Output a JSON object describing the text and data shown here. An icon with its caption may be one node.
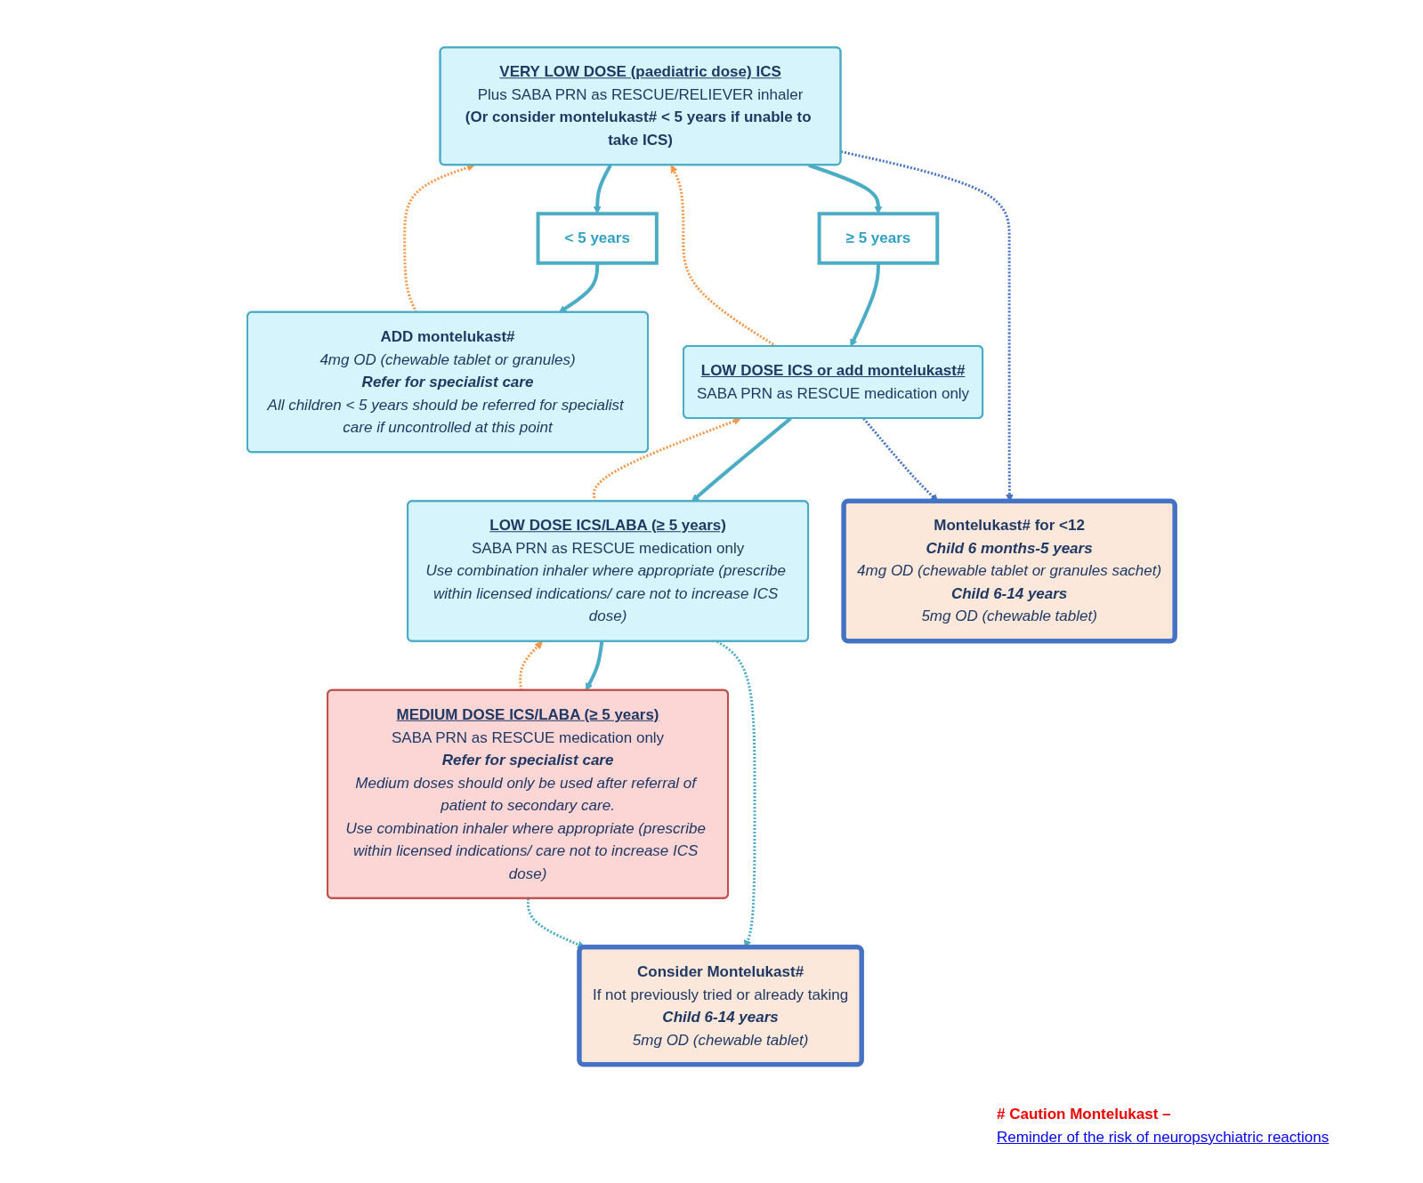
{
  "diagram": {
    "nodes": [
      {
        "text": [
          "VERY LOW DOSE (paediatric dose) ICS",
          "Plus SABA PRN as RESCUE/RELIEVER inhaler",
          "(Or consider montelukast# < 5 years if unable to take ICS)"
        ]
      },
      {
        "text": [
          "< 5 years"
        ]
      },
      {
        "text": [
          "≥ 5 years"
        ]
      },
      {
        "text": [
          "ADD montelukast#",
          "4mg OD (chewable tablet or granules)",
          "Refer for specialist care",
          "All children < 5 years should be referred for specialist care if uncontrolled at this point"
        ]
      },
      {
        "text": [
          "LOW DOSE ICS or add montelukast#",
          "SABA PRN as RESCUE medication only"
        ]
      },
      {
        "text": [
          "LOW DOSE ICS/LABA (≥ 5 years)",
          "SABA PRN as RESCUE medication only",
          "Use combination inhaler where appropriate (prescribe within licensed indications/ care not to increase ICS dose)"
        ]
      },
      {
        "text": [
          "MEDIUM DOSE ICS/LABA (≥ 5 years)",
          "SABA PRN as RESCUE medication only",
          "Refer for specialist care",
          "Medium doses should only be used after referral of patient to secondary care.",
          "Use combination inhaler where appropriate (prescribe within licensed indications/ care not to increase ICS dose)"
        ]
      },
      {
        "text": [
          "Montelukast# for <12",
          "Child 6 months-5 years",
          "4mg OD (chewable tablet or granules sachet)",
          "Child 6-14 years",
          "5mg OD (chewable tablet)"
        ]
      },
      {
        "text": [
          "Consider Montelukast#",
          "If not previously tried or already taking",
          "Child 6-14 years",
          "5mg OD (chewable tablet)"
        ]
      }
    ],
    "edges": [
      {
        "from": 0,
        "to": 1,
        "arrow": "to"
      },
      {
        "from": 1,
        "to": 3,
        "arrow": "to"
      },
      {
        "from": 0,
        "to": 2,
        "arrow": "to"
      },
      {
        "from": 2,
        "to": 4,
        "arrow": "to"
      },
      {
        "from": 3,
        "to": 0,
        "arrow": "to",
        "style": "dashed",
        "color": "#f79646"
      },
      {
        "from": 4,
        "to": 0,
        "arrow": "to",
        "style": "dashed",
        "color": "#f79646"
      },
      {
        "from": 4,
        "to": 5,
        "arrow": "to"
      },
      {
        "from": 5,
        "to": 4,
        "arrow": "to",
        "style": "dashed",
        "color": "#f79646"
      },
      {
        "from": 5,
        "to": 6,
        "arrow": "to"
      },
      {
        "from": 6,
        "to": 5,
        "arrow": "to",
        "style": "dashed",
        "color": "#f79646"
      },
      {
        "from": 0,
        "to": 7,
        "arrow": "to",
        "style": "dashed",
        "color": "#4472c4"
      },
      {
        "from": 4,
        "to": 7,
        "arrow": "to",
        "style": "dashed",
        "color": "#4472c4"
      },
      {
        "from": 5,
        "to": 8,
        "arrow": "to",
        "style": "dashed"
      },
      {
        "from": 6,
        "to": 8,
        "arrow": "to",
        "style": "dashed"
      }
    ],
    "labels": [
      "# Caution Montelukast –",
      "Reminder of the risk of neuropsychiatric reactions"
    ]
  }
}
